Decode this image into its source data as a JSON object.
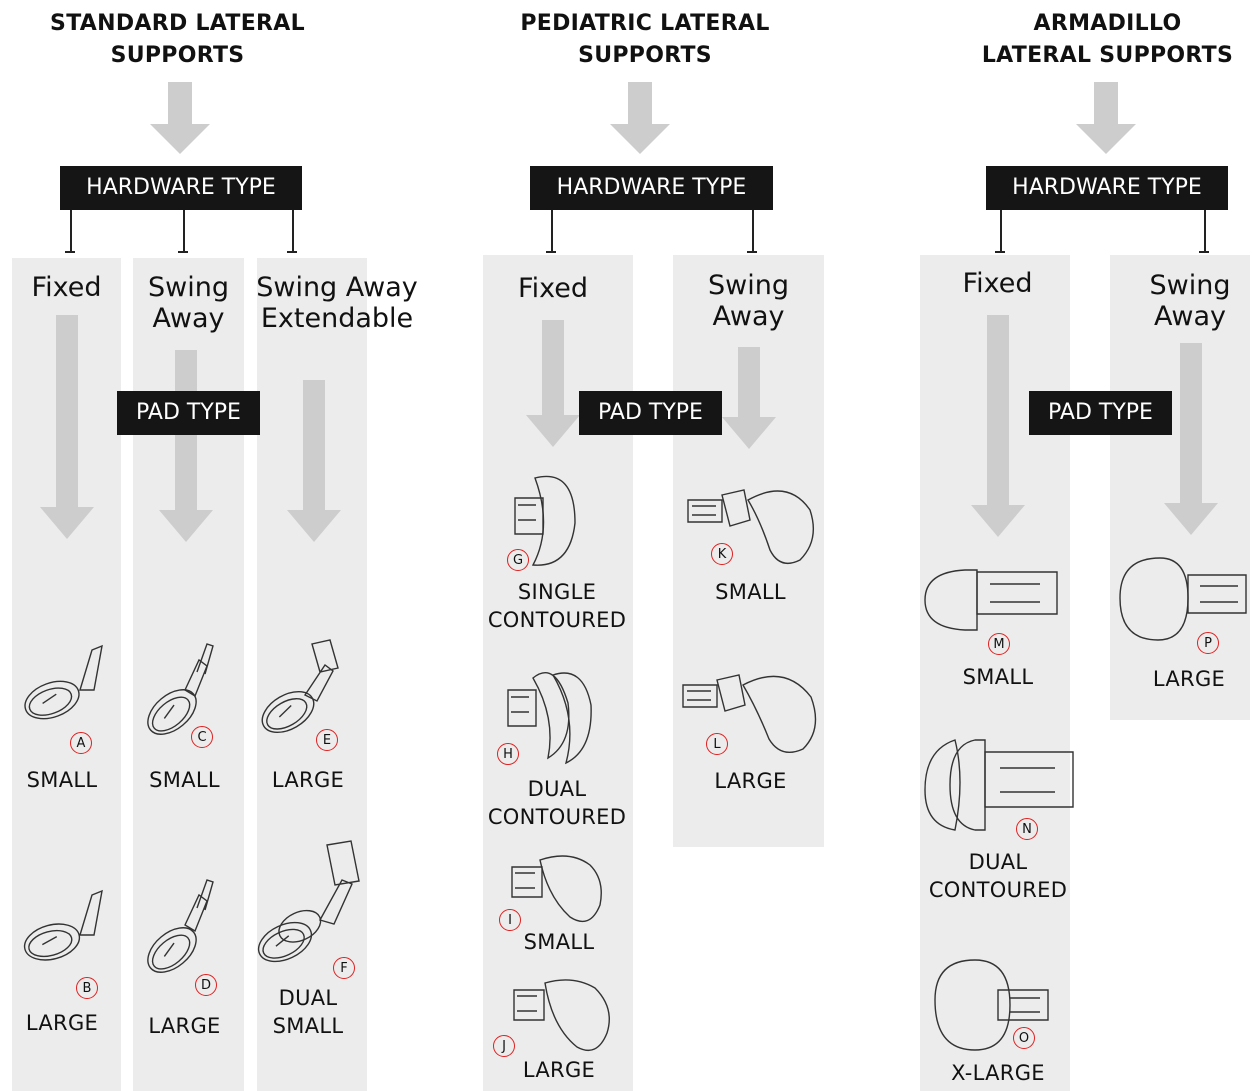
{
  "colors": {
    "arrow": "#cdcdcd",
    "column": "#ececec",
    "box": "#151515",
    "badge_ring": "#e02020"
  },
  "groups": [
    {
      "title_line1": "STANDARD LATERAL",
      "title_line2": "SUPPORTS",
      "hardware_box": "HARDWARE TYPE",
      "pad_box": "PAD TYPE",
      "columns": [
        {
          "hardware": "Fixed",
          "items": [
            {
              "badge": "A",
              "label": "SMALL"
            },
            {
              "badge": "B",
              "label": "LARGE"
            }
          ]
        },
        {
          "hardware_line1": "Swing",
          "hardware_line2": "Away",
          "items": [
            {
              "badge": "C",
              "label": "SMALL"
            },
            {
              "badge": "D",
              "label": "LARGE"
            }
          ]
        },
        {
          "hardware_line1": "Swing Away",
          "hardware_line2": "Extendable",
          "items": [
            {
              "badge": "E",
              "label": "LARGE"
            },
            {
              "badge": "F",
              "label_line1": "DUAL",
              "label_line2": "SMALL"
            }
          ]
        }
      ]
    },
    {
      "title_line1": "PEDIATRIC LATERAL",
      "title_line2": "SUPPORTS",
      "hardware_box": "HARDWARE TYPE",
      "pad_box": "PAD TYPE",
      "columns": [
        {
          "hardware": "Fixed",
          "items": [
            {
              "badge": "G",
              "label_line1": "SINGLE",
              "label_line2": "CONTOURED"
            },
            {
              "badge": "H",
              "label_line1": "DUAL",
              "label_line2": "CONTOURED"
            },
            {
              "badge": "I",
              "label": "SMALL"
            },
            {
              "badge": "J",
              "label": "LARGE"
            }
          ]
        },
        {
          "hardware_line1": "Swing",
          "hardware_line2": "Away",
          "items": [
            {
              "badge": "K",
              "label": "SMALL"
            },
            {
              "badge": "L",
              "label": "LARGE"
            }
          ]
        }
      ]
    },
    {
      "title_line1": "ARMADILLO",
      "title_line2": "LATERAL SUPPORTS",
      "hardware_box": "HARDWARE TYPE",
      "pad_box": "PAD TYPE",
      "columns": [
        {
          "hardware": "Fixed",
          "items": [
            {
              "badge": "M",
              "label": "SMALL"
            },
            {
              "badge": "N",
              "label_line1": "DUAL",
              "label_line2": "CONTOURED"
            },
            {
              "badge": "O",
              "label": "X-LARGE"
            }
          ]
        },
        {
          "hardware_line1": "Swing",
          "hardware_line2": "Away",
          "items": [
            {
              "badge": "P",
              "label": "LARGE"
            }
          ]
        }
      ]
    }
  ]
}
